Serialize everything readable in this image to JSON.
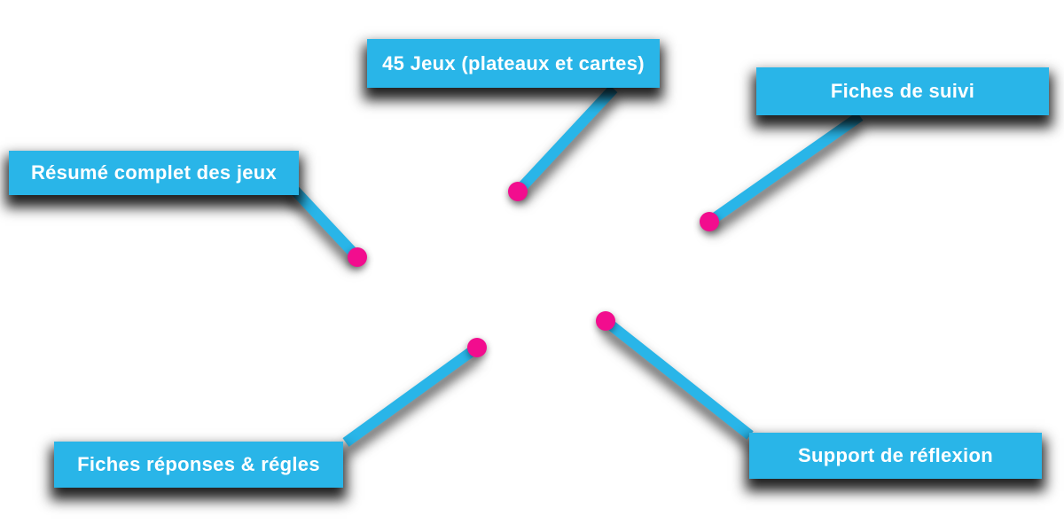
{
  "callouts": [
    {
      "label": "45 Jeux (plateaux et cartes)"
    },
    {
      "label": "Fiches de suivi"
    },
    {
      "label": "Résumé complet des jeux"
    },
    {
      "label": "Fiches réponses & régles"
    },
    {
      "label": "Support de réflexion"
    }
  ],
  "colors": {
    "accent_cyan": "#29B5E8",
    "dot_pink": "#F20D8E",
    "label_text": "#FFFFFF",
    "shadow": "#000000",
    "background": "#FFFFFF"
  }
}
